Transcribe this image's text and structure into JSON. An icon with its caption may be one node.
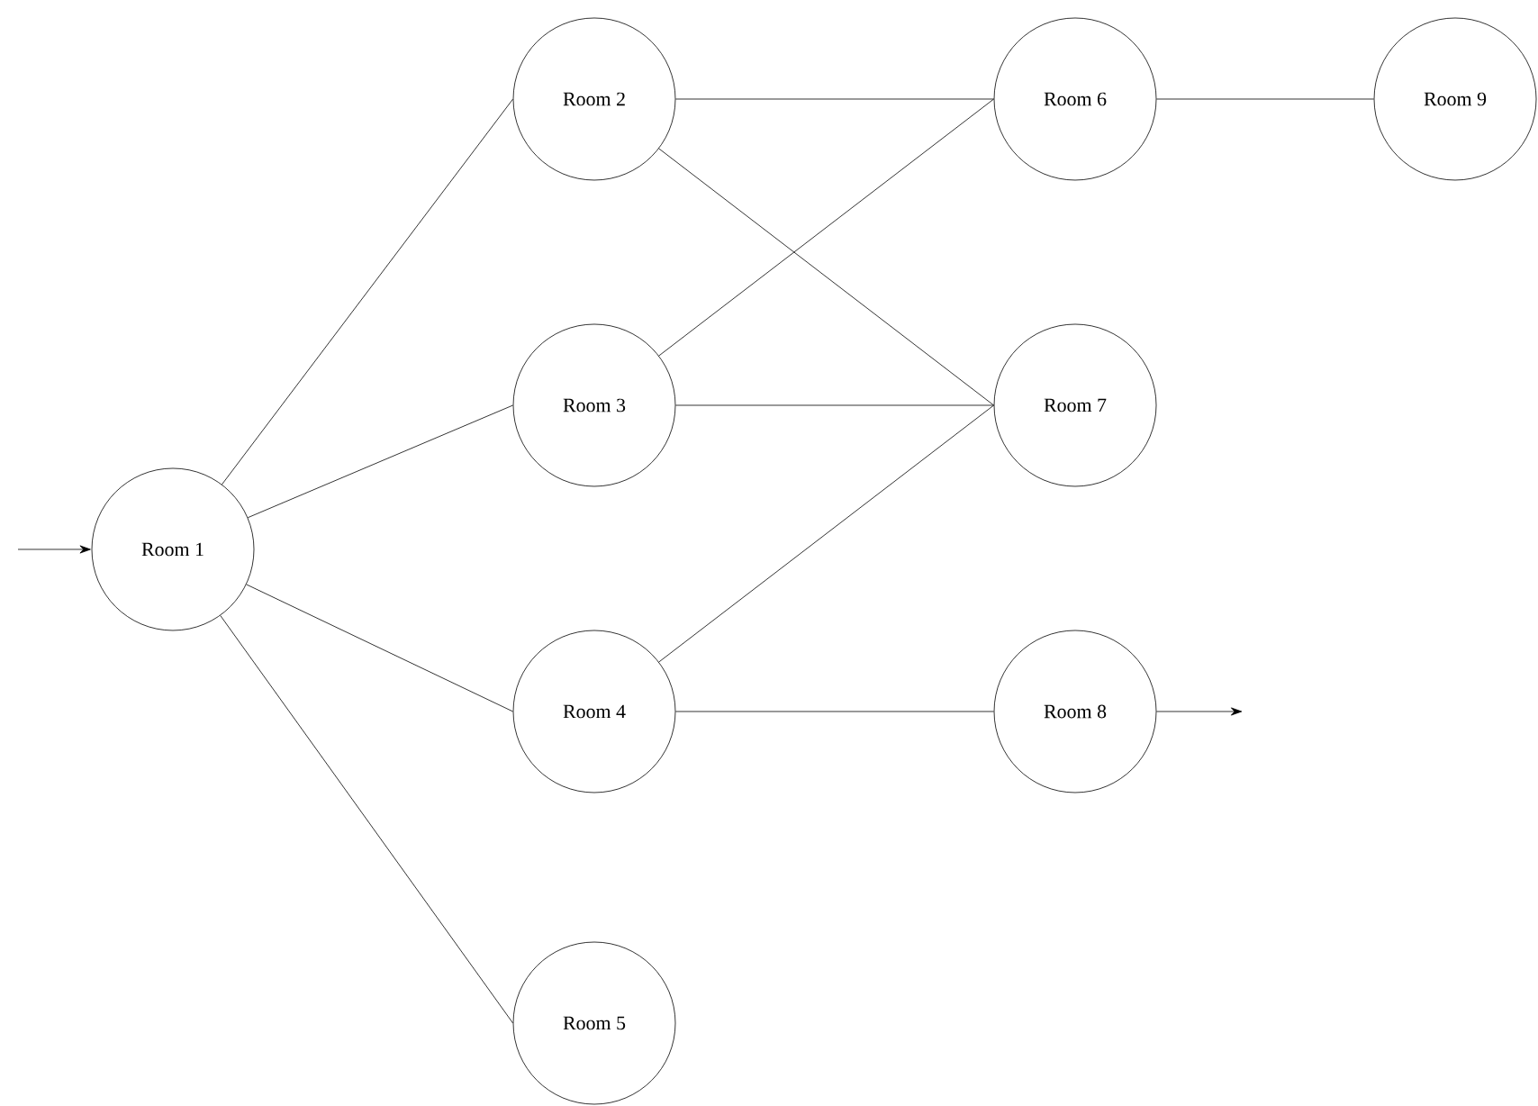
{
  "diagram": {
    "nodes": [
      {
        "text": [
          "Room 1"
        ]
      },
      {
        "text": [
          "Room 2"
        ]
      },
      {
        "text": [
          "Room 3"
        ]
      },
      {
        "text": [
          "Room 4"
        ]
      },
      {
        "text": [
          "Room 5"
        ]
      },
      {
        "text": [
          "Room 6"
        ]
      },
      {
        "text": [
          "Room 7"
        ]
      },
      {
        "text": [
          "Room 8"
        ]
      },
      {
        "text": [
          "Room 9"
        ]
      }
    ],
    "edges": [
      {
        "from": null,
        "to": 0,
        "arrow": "to"
      },
      {
        "from": 0,
        "to": 1,
        "arrow": "none"
      },
      {
        "from": 0,
        "to": 2,
        "arrow": "none"
      },
      {
        "from": 0,
        "to": 3,
        "arrow": "none"
      },
      {
        "from": 0,
        "to": 4,
        "arrow": "none"
      },
      {
        "from": 1,
        "to": 5,
        "arrow": "none"
      },
      {
        "from": 1,
        "to": 6,
        "arrow": "none"
      },
      {
        "from": 2,
        "to": 5,
        "arrow": "none"
      },
      {
        "from": 2,
        "to": 6,
        "arrow": "none"
      },
      {
        "from": 3,
        "to": 6,
        "arrow": "none"
      },
      {
        "from": 3,
        "to": 7,
        "arrow": "none"
      },
      {
        "from": 5,
        "to": 8,
        "arrow": "none"
      },
      {
        "from": 7,
        "to": null,
        "arrow": "to"
      }
    ]
  }
}
